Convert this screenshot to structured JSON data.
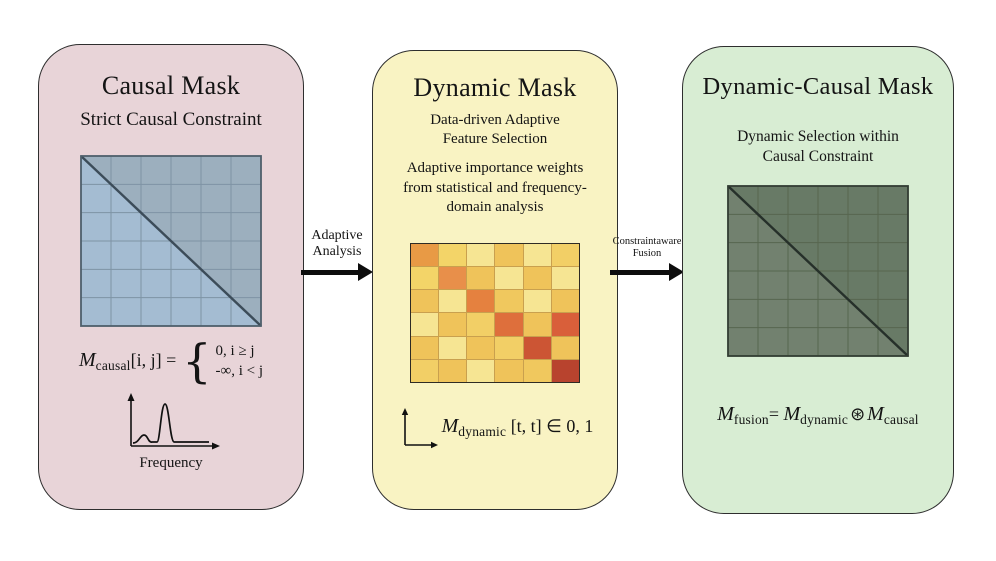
{
  "panels": {
    "causal": {
      "title": "Causal Mask",
      "subtitle": "Strict Causal Constraint",
      "formula": {
        "var": "M",
        "var_sub": "causal",
        "args": "[i, j] =",
        "brace": "{",
        "case_top": "0, i ≥ j",
        "case_bottom": "-∞, i < j"
      },
      "freq_label": "Frequency",
      "colors": {
        "bg": "#e8d4d8",
        "matrix_lower": "#a4bcd2",
        "matrix_upper": "#9cafbe",
        "matrix_line": "#7e93a4",
        "matrix_border": "#4e5f6b",
        "matrix_diag": "#3c4c59"
      }
    },
    "dynamic": {
      "title": "Dynamic Mask",
      "desc1": "Data-driven Adaptive Feature Selection",
      "desc2": "Adaptive importance weights from statistical and frequency-domain analysis",
      "formula": {
        "var": "M",
        "var_sub": "dynamic",
        "rest": " [t, t] ∈ 0, 1"
      },
      "colors": {
        "bg": "#f9f3c3",
        "heatmap_border": "#2e2b24",
        "heatmap_gap": "#c9a04e"
      },
      "heatmap": [
        [
          "#e89a45",
          "#f3d468",
          "#f6e593",
          "#efc35a",
          "#f6e593",
          "#f2cf66"
        ],
        [
          "#f3d468",
          "#e88f4a",
          "#efc35a",
          "#f6e593",
          "#efc35a",
          "#f6e593"
        ],
        [
          "#efc35a",
          "#f6e593",
          "#e5813f",
          "#f0c85e",
          "#f6e593",
          "#efc35a"
        ],
        [
          "#f6e593",
          "#efc35a",
          "#f2cf66",
          "#de6f3c",
          "#efc35a",
          "#d95f3a"
        ],
        [
          "#efc35a",
          "#f6e593",
          "#efc35a",
          "#f2cf66",
          "#cc5534",
          "#efc35a"
        ],
        [
          "#f2cf66",
          "#efc35a",
          "#f6e593",
          "#efc35a",
          "#f0c85e",
          "#b8432e"
        ]
      ]
    },
    "fusion": {
      "title": "Dynamic-Causal Mask",
      "desc": "Dynamic Selection within Causal Constraint",
      "formula": {
        "var1": "M",
        "sub1": "fusion",
        "eq": "= ",
        "var2": "M",
        "sub2": "dynamic",
        "op": "⊛",
        "var3": "M",
        "sub3": "causal"
      },
      "colors": {
        "bg": "#d8edd3",
        "matrix_lower": "#72816f",
        "matrix_upper": "#687a66",
        "matrix_line": "#57664f",
        "matrix_border": "#323d33",
        "matrix_diag": "#26302a"
      }
    }
  },
  "arrows": [
    {
      "line1": "Adaptive",
      "line2": "Analysis"
    },
    {
      "line1": "Constraintaware",
      "line2": "Fusion"
    }
  ]
}
